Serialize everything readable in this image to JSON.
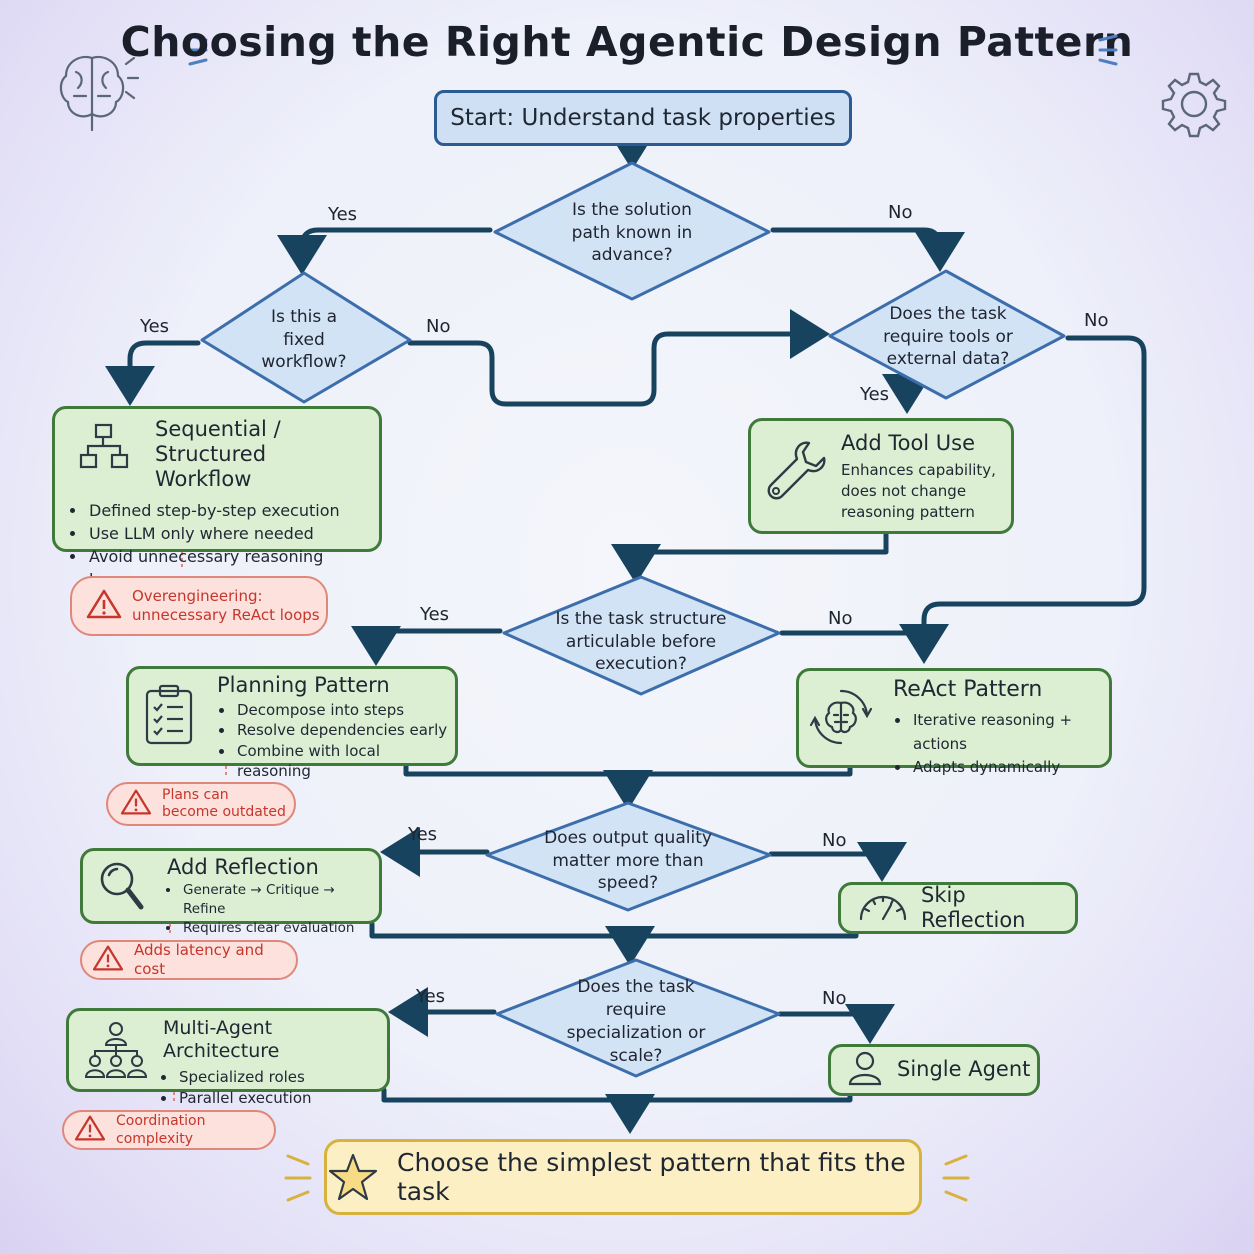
{
  "title": "Choosing the Right Agentic Design Pattern",
  "start": "Start: Understand task properties",
  "decisions": {
    "d1": "Is the solution path known in advance?",
    "d2": "Is this a fixed workflow?",
    "d3": "Does the task require tools or external data?",
    "d4": "Is the task structure articulable before execution?",
    "d5": "Does output quality matter more than speed?",
    "d6": "Does the task require specialization or scale?"
  },
  "labels": {
    "yes": "Yes",
    "no": "No"
  },
  "boxes": {
    "sequential": {
      "title_line1": "Sequential /",
      "title_line2": "Structured Workflow",
      "items": [
        "Defined step-by-step execution",
        "Use LLM only where needed",
        "Avoid unnecessary reasoning loops"
      ]
    },
    "tool": {
      "title": "Add Tool Use",
      "desc_line1": "Enhances capability,",
      "desc_line2": "does not change",
      "desc_line3": "reasoning pattern"
    },
    "planning": {
      "title": "Planning Pattern",
      "items": [
        "Decompose into steps",
        "Resolve dependencies early",
        "Combine with local reasoning"
      ]
    },
    "react": {
      "title": "ReAct Pattern",
      "items": [
        "Iterative reasoning + actions",
        "Adapts dynamically"
      ]
    },
    "reflection": {
      "title": "Add Reflection",
      "items": [
        "Generate → Critique → Refine",
        "Requires clear evaluation criteria"
      ]
    },
    "skip": {
      "title": "Skip Reflection"
    },
    "multi": {
      "title": "Multi-Agent Architecture",
      "items": [
        "Specialized roles",
        "Parallel execution"
      ]
    },
    "single": {
      "title": "Single Agent"
    }
  },
  "warnings": {
    "w1_line1": "Overengineering:",
    "w1_line2": "unnecessary ReAct loops",
    "w2_line1": "Plans can",
    "w2_line2": "become outdated",
    "w3": "Adds latency and cost",
    "w4": "Coordination complexity"
  },
  "final": "Choose the simplest pattern that fits the task",
  "icons": {
    "sequential": "hierarchy-icon",
    "tool": "wrench-icon",
    "planning": "clipboard-checklist-icon",
    "react": "brain-cycle-icon",
    "reflection": "magnifier-icon",
    "skip": "speedometer-icon",
    "multi": "team-icon",
    "single": "person-icon",
    "warning": "warning-triangle-icon",
    "final": "star-icon",
    "brain": "brain-icon",
    "gear": "gear-icon"
  },
  "colors": {
    "decision_fill": "#d3e3f6",
    "decision_stroke": "#3c6eac",
    "green_fill": "#dcefd2",
    "green_stroke": "#3f7a3b",
    "warning_fill": "#fde1dc",
    "warning_text": "#c6362c",
    "final_fill": "#fcefc4",
    "final_stroke": "#d8b23e",
    "arrow": "#17435e"
  }
}
